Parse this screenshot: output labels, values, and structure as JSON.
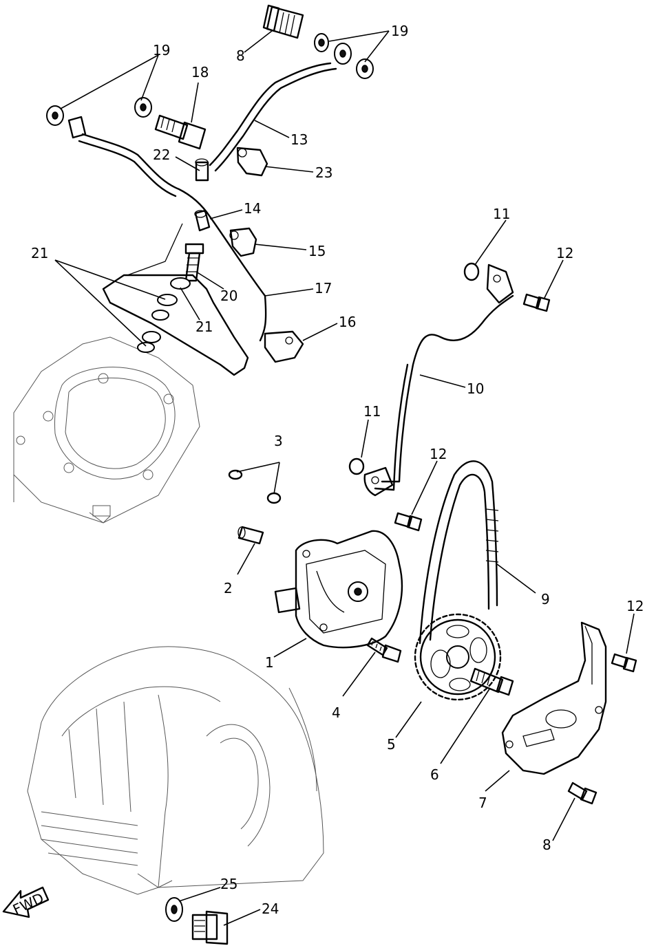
{
  "diagram": {
    "callouts": [
      {
        "id": "c1",
        "text": "1"
      },
      {
        "id": "c2",
        "text": "2"
      },
      {
        "id": "c3",
        "text": "3"
      },
      {
        "id": "c4",
        "text": "4"
      },
      {
        "id": "c5",
        "text": "5"
      },
      {
        "id": "c6",
        "text": "6"
      },
      {
        "id": "c7",
        "text": "7"
      },
      {
        "id": "c8a",
        "text": "8"
      },
      {
        "id": "c8b",
        "text": "8"
      },
      {
        "id": "c9",
        "text": "9"
      },
      {
        "id": "c10",
        "text": "10"
      },
      {
        "id": "c11a",
        "text": "11"
      },
      {
        "id": "c11b",
        "text": "11"
      },
      {
        "id": "c12a",
        "text": "12"
      },
      {
        "id": "c12b",
        "text": "12"
      },
      {
        "id": "c12c",
        "text": "12"
      },
      {
        "id": "c13",
        "text": "13"
      },
      {
        "id": "c14",
        "text": "14"
      },
      {
        "id": "c15",
        "text": "15"
      },
      {
        "id": "c16",
        "text": "16"
      },
      {
        "id": "c17",
        "text": "17"
      },
      {
        "id": "c18",
        "text": "18"
      },
      {
        "id": "c19a",
        "text": "19"
      },
      {
        "id": "c19b",
        "text": "19"
      },
      {
        "id": "c20",
        "text": "20"
      },
      {
        "id": "c21a",
        "text": "21"
      },
      {
        "id": "c21b",
        "text": "21"
      },
      {
        "id": "c22",
        "text": "22"
      },
      {
        "id": "c23",
        "text": "23"
      },
      {
        "id": "c24",
        "text": "24"
      },
      {
        "id": "c25",
        "text": "25"
      }
    ],
    "fwd_arrow_label": "FWD"
  }
}
